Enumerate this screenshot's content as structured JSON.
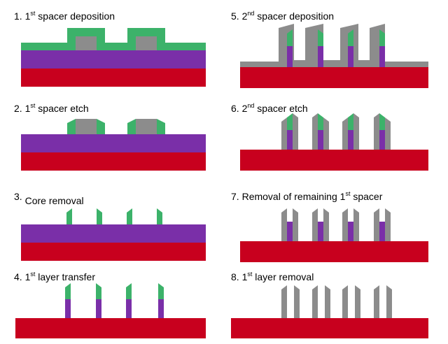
{
  "colors": {
    "substrate": "#c8001e",
    "first_layer": "#7a2fa8",
    "core_gray": "#8c8c8c",
    "spacer_green": "#3cb26a",
    "text": "#000000"
  },
  "steps": [
    {
      "number": "1.",
      "pre": "1",
      "sup": "st",
      "post": " spacer deposition"
    },
    {
      "number": "2.",
      "pre": "1",
      "sup": "st",
      "post": " spacer etch"
    },
    {
      "number": "3.",
      "pre": "",
      "sup": "",
      "post": "Core removal"
    },
    {
      "number": "4.",
      "pre": "1",
      "sup": "st",
      "post": " layer transfer"
    },
    {
      "number": "5.",
      "pre": "2",
      "sup": "nd",
      "post": " spacer deposition"
    },
    {
      "number": "6.",
      "pre": "2",
      "sup": "nd",
      "post": " spacer etch"
    },
    {
      "number": "7.",
      "pre": "Removal of remaining 1",
      "sup": "st",
      "post": " spacer"
    },
    {
      "number": "8.",
      "pre": "1",
      "sup": "st",
      "post": " layer removal"
    }
  ]
}
